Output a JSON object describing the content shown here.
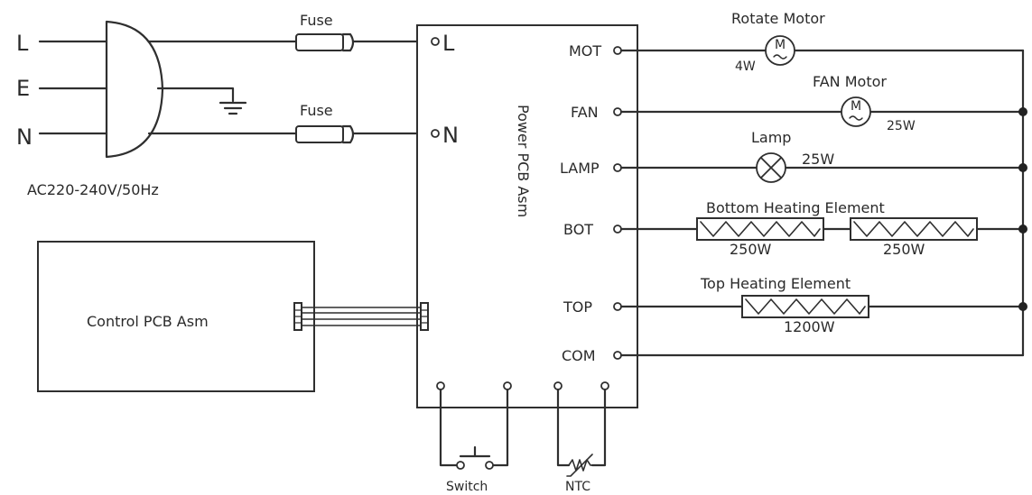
{
  "supply": {
    "line_labels": [
      "L",
      "E",
      "N"
    ],
    "rating": "AC220-240V/50Hz"
  },
  "fuses": [
    "Fuse",
    "Fuse"
  ],
  "power_pcb": {
    "title": "Power PCB Asm",
    "inputs": [
      "L",
      "N"
    ],
    "outputs": [
      "MOT",
      "FAN",
      "LAMP",
      "BOT",
      "TOP",
      "COM"
    ]
  },
  "control_pcb": {
    "title": "Control PCB Asm"
  },
  "loads": {
    "rotate_motor": {
      "name": "Rotate Motor",
      "power": "4W",
      "symbol": "M"
    },
    "fan_motor": {
      "name": "FAN Motor",
      "power": "25W",
      "symbol": "M"
    },
    "lamp": {
      "name": "Lamp",
      "power": "25W"
    },
    "bottom_heater": {
      "name": "Bottom Heating Element",
      "power_left": "250W",
      "power_right": "250W"
    },
    "top_heater": {
      "name": "Top Heating Element",
      "power": "1200W"
    }
  },
  "bottom_parts": {
    "switch": "Switch",
    "ntc": "NTC"
  },
  "icons": [
    "ground-icon",
    "motor-icon",
    "lamp-icon",
    "heating-element-icon",
    "switch-icon",
    "thermistor-icon",
    "connector-icon"
  ]
}
